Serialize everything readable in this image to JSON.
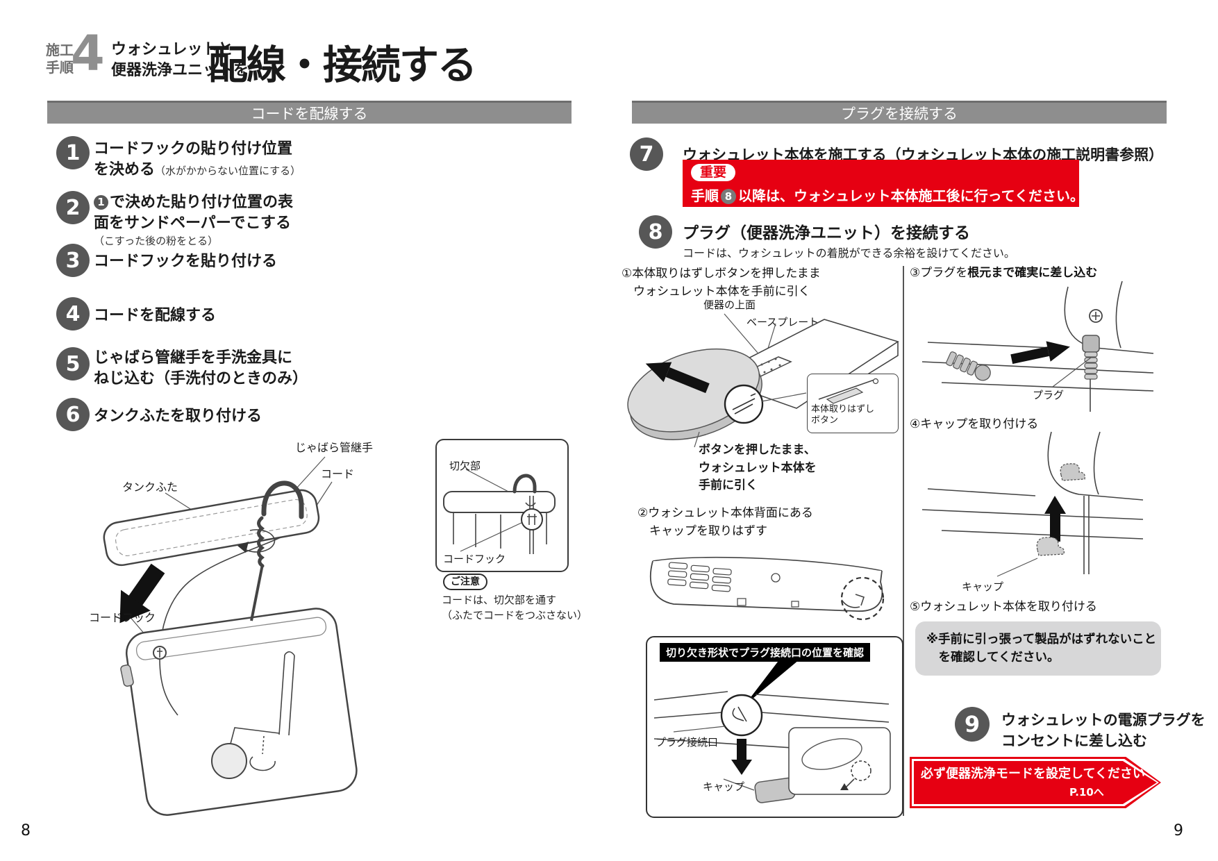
{
  "header": {
    "kicker": "施工\n手順",
    "step_no": "4",
    "lead": "ウォシュレットと\n便器洗浄ユニットを",
    "title": "配線・接続する"
  },
  "left": {
    "page_num": "8",
    "banner": "コードを配線する",
    "steps": [
      {
        "num": "1",
        "text": "コードフックの貼り付け位置\nを決める",
        "note": "（水がかからない位置にする）"
      },
      {
        "num": "2",
        "badge": "1",
        "text": "で決めた貼り付け位置の表\n面をサンドペーパーでこする",
        "note": "（こすった後の粉をとる）"
      },
      {
        "num": "3",
        "text": "コードフックを貼り付ける"
      },
      {
        "num": "4",
        "text": "コードを配線する"
      },
      {
        "num": "5",
        "text": "じゃばら管継手を手洗金具に\nねじ込む（手洗付のときのみ）"
      },
      {
        "num": "6",
        "text": "タンクふたを取り付ける"
      }
    ],
    "labels": {
      "jabara": "じゃばら管継手",
      "cord": "コード",
      "tank_lid": "タンクふた",
      "cord_hook": "コードフック"
    },
    "inset": {
      "notch": "切欠部",
      "cord_hook": "コードフック"
    },
    "caution": {
      "badge": "ご注意",
      "text": "コードは、切欠部を通す\n（ふたでコードをつぶさない）"
    }
  },
  "right": {
    "page_num": "9",
    "banner": "プラグを接続する",
    "step7": {
      "num": "7",
      "title": "ウォシュレット本体を施工する（ウォシュレット本体の施工説明書参照）"
    },
    "important": {
      "badge": "重要",
      "pre": "手順",
      "ref": "8",
      "post": "以降は、ウォシュレット本体施工後に行ってください。"
    },
    "step8": {
      "num": "8",
      "title": "プラグ（便器洗浄ユニット）を接続する",
      "sub": "コードは、ウォシュレットの着脱ができる余裕を設けてください。"
    },
    "s1": "①本体取りはずしボタンを押したまま\n　ウォシュレット本体を手前に引く",
    "s2": "②ウォシュレット本体背面にある\n　キャップを取りはずす",
    "s3_pre": "③プラグを",
    "s3_bold": "根元まで確実に差し込む",
    "s4": "④キャップを取り付ける",
    "s5": "⑤ウォシュレット本体を取り付ける",
    "labels": {
      "toilet_top": "便器の上面",
      "base_plate": "ベースプレート",
      "release_button": "本体取りはずし\nボタン",
      "pull_caption": "ボタンを押したまま、\nウォシュレット本体を\n手前に引く",
      "check_plug": "切り欠き形状でプラグ接続口の位置を確認",
      "plug_port": "プラグ接続口",
      "cap_bottom": "キャップ",
      "plug": "プラグ",
      "cap_right": "キャップ"
    },
    "note": "※手前に引っ張って製品がはずれないこと\n　を確認してください。",
    "step9": {
      "num": "9",
      "title": "ウォシュレットの電源プラグを\nコンセントに差し込む"
    },
    "cta": {
      "line1": "必ず便器洗浄モードを設定してください",
      "line2": "P.10へ"
    }
  },
  "colors": {
    "accent_red": "#e60012",
    "banner_gray": "#8e8e8e",
    "circle_gray": "#575757",
    "note_gray": "#d7d7d8"
  }
}
